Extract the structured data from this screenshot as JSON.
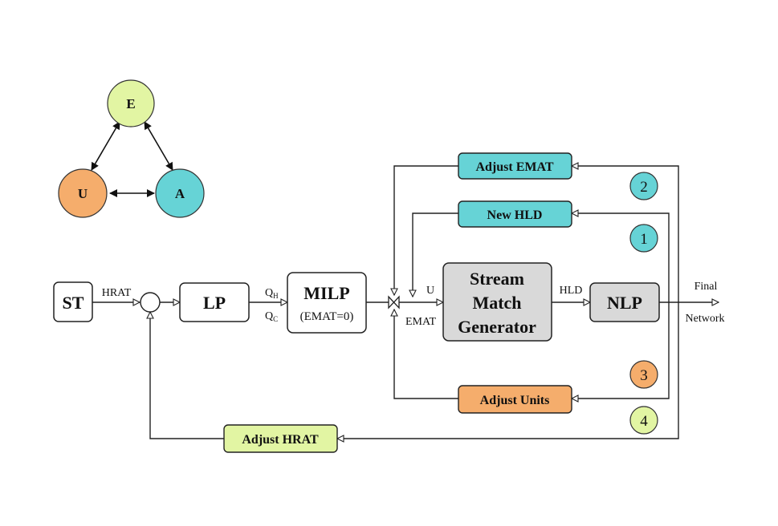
{
  "triangle": {
    "nodes": {
      "e": {
        "label": "E",
        "color": "#e2f5a3"
      },
      "u": {
        "label": "U",
        "color": "#f5ad6c"
      },
      "a": {
        "label": "A",
        "color": "#66d3d6"
      }
    }
  },
  "blocks": {
    "st": "ST",
    "lp": "LP",
    "milp": {
      "title": "MILP",
      "subtitle": "(EMAT=0)"
    },
    "generator": {
      "line1": "Stream",
      "line2": "Match",
      "line3": "Generator"
    },
    "nlp": "NLP"
  },
  "feedback": {
    "adjust_emat": {
      "label": "Adjust EMAT",
      "number": "2",
      "color": "#66d3d6"
    },
    "new_hld": {
      "label": "New HLD",
      "number": "1",
      "color": "#66d3d6"
    },
    "adjust_units": {
      "label": "Adjust Units",
      "number": "3",
      "color": "#f5ad6c"
    },
    "adjust_hrat": {
      "label": "Adjust HRAT",
      "number": "4",
      "color": "#e2f5a3"
    }
  },
  "signals": {
    "hrat": "HRAT",
    "qh_main": "Q",
    "qh_sub": "H",
    "qc_main": "Q",
    "qc_sub": "C",
    "u": "U",
    "emat": "EMAT",
    "hld": "HLD",
    "final_line1": "Final",
    "final_line2": "Network"
  }
}
